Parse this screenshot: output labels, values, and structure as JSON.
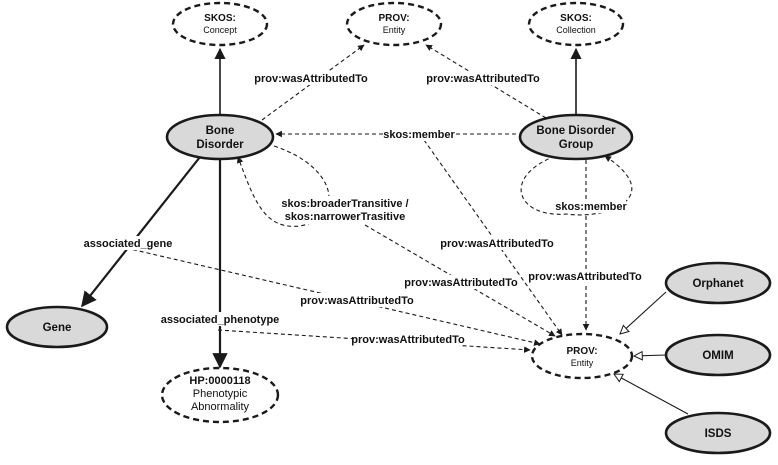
{
  "nodes": {
    "skos_concept": {
      "line1": "SKOS:",
      "line2": "Concept"
    },
    "prov_entity_top": {
      "line1": "PROV:",
      "line2": "Entity"
    },
    "skos_collection": {
      "line1": "SKOS:",
      "line2": "Collection"
    },
    "bone_disorder": {
      "line1": "Bone",
      "line2": "Disorder"
    },
    "bone_disorder_group": {
      "line1": "Bone Disorder",
      "line2": "Group"
    },
    "gene": {
      "label": "Gene"
    },
    "hp": {
      "line1": "HP:0000118",
      "line2": "Phenotypic",
      "line3": "Abnormality"
    },
    "prov_entity_bottom": {
      "line1": "PROV:",
      "line2": "Entity"
    },
    "orphanet": {
      "label": "Orphanet"
    },
    "omim": {
      "label": "OMIM"
    },
    "isds": {
      "label": "ISDS"
    }
  },
  "edges": {
    "bd_to_prov_top": "prov:wasAttributedTo",
    "bdg_to_prov_top": "prov:wasAttributedTo",
    "skos_member_top": "skos:member",
    "skos_member_self": "skos:member",
    "broader_line1": "skos:broaderTransitive /",
    "broader_line2": "skos:narrowerTrasitive",
    "associated_gene": "associated_gene",
    "associated_phenotype": "associated_phenotype",
    "prov_attr_1": "prov:wasAttributedTo",
    "prov_attr_2": "prov:wasAttributedTo",
    "prov_attr_3": "prov:wasAttributedTo",
    "prov_attr_4": "prov:wasAttributedTo",
    "prov_attr_5": "prov:wasAttributedTo"
  }
}
